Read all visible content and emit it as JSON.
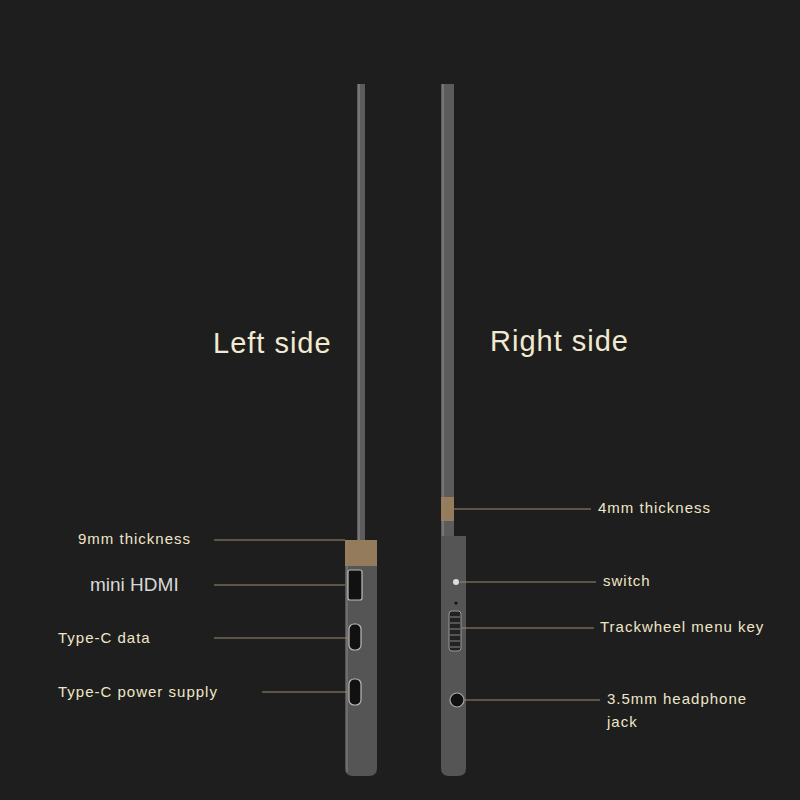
{
  "diagram": {
    "labels": [
      "Left side",
      "Right side",
      "9mm thickness",
      "mini HDMI",
      "Type-C data",
      "Type-C power supply",
      "4mm thickness",
      "switch",
      "Trackwheel menu key",
      "3.5mm headphone jack"
    ]
  }
}
